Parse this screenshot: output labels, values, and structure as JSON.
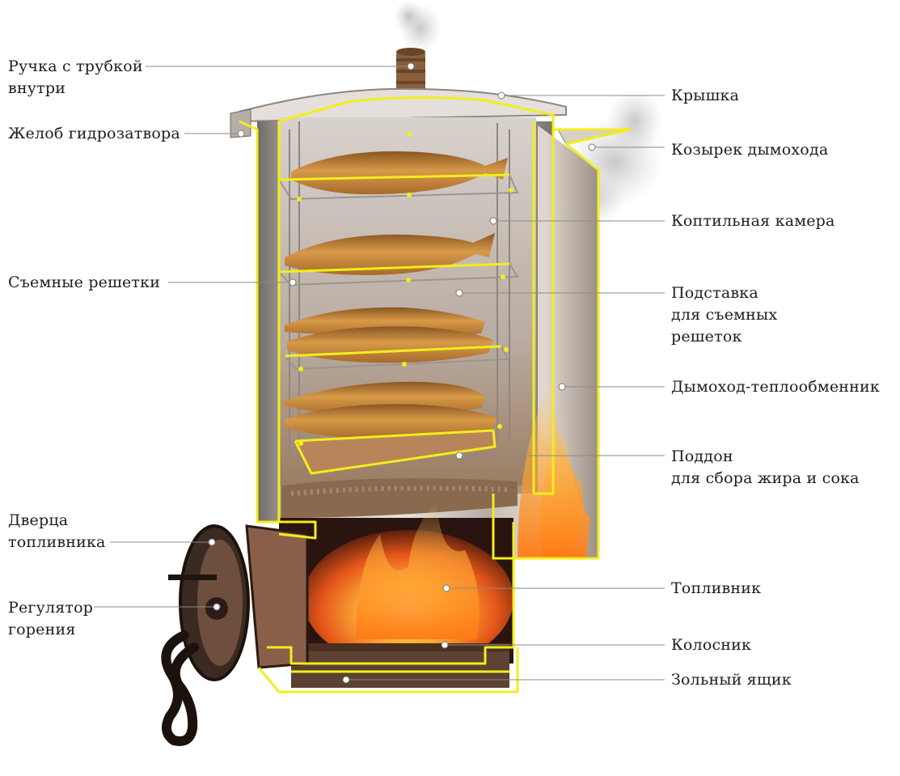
{
  "labels": {
    "handle": "Ручка с трубкой\nвнутри",
    "gutter": "Желоб гидрозатвора",
    "racks": "Съемные решетки",
    "door": "Дверца\nтопливника",
    "regulator": "Регулятор\nгорения",
    "lid": "Крышка",
    "visor": "Козырек дымохода",
    "chamber": "Коптильная камера",
    "stand": "Подставка\nдля съемных\nрешеток",
    "flue": "Дымоход-теплообменник",
    "tray": "Поддон\nдля сбора жира и сока",
    "firebox": "Топливник",
    "grate": "Колосник",
    "ashbox": "Зольный ящик"
  },
  "colors": {
    "outline": "#f2ee1a",
    "leader": "#8a8a8a",
    "steel": "#8c8580",
    "fire": "#ff8a1e",
    "fish": "#c98a3c"
  },
  "icons": [
    "smoke-icon",
    "fire-icon",
    "fish-icon",
    "door-handle-icon"
  ]
}
